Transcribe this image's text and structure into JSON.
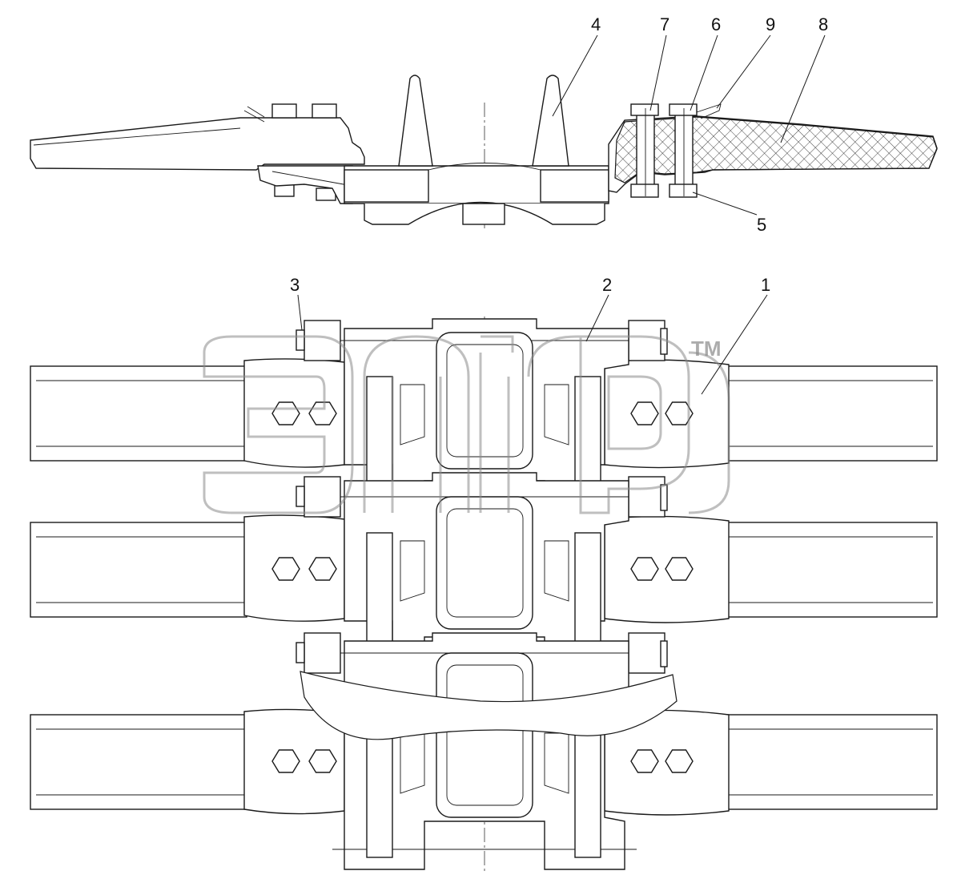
{
  "diagram": {
    "callouts": [
      {
        "id": "c1",
        "label": "1"
      },
      {
        "id": "c2",
        "label": "2"
      },
      {
        "id": "c3",
        "label": "3"
      },
      {
        "id": "c4",
        "label": "4"
      },
      {
        "id": "c5",
        "label": "5"
      },
      {
        "id": "c6",
        "label": "6"
      },
      {
        "id": "c7",
        "label": "7"
      },
      {
        "id": "c8",
        "label": "8"
      },
      {
        "id": "c9",
        "label": "9"
      }
    ],
    "watermark": {
      "trademark": "TM"
    },
    "colors": {
      "line": "#1a1a1a",
      "watermark": "#8a8a8a",
      "background": "#ffffff"
    }
  }
}
